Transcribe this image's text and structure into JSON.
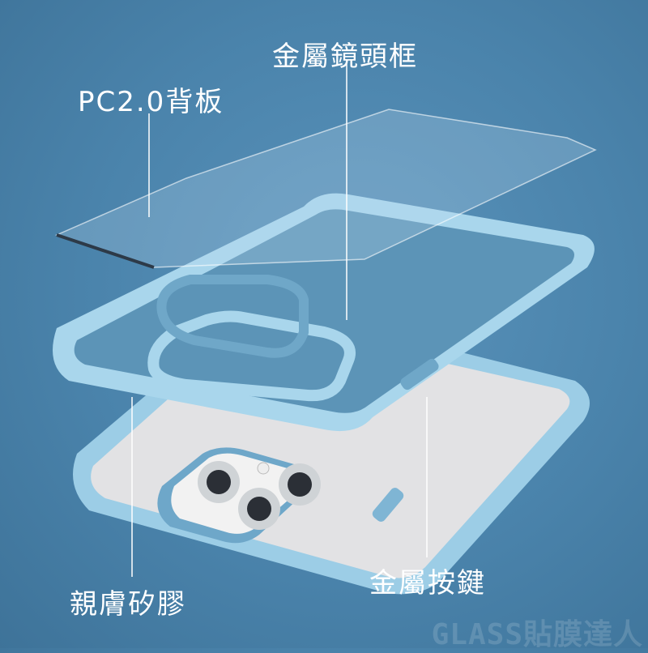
{
  "labels": {
    "back_panel": "PC2.0背板",
    "lens_frame": "金屬鏡頭框",
    "silicone": "親膚矽膠",
    "buttons": "金屬按鍵"
  },
  "watermark": "GLASS貼膜達人",
  "colors": {
    "background": "#4a83ab",
    "case": "#a9d6ec",
    "label": "#ffffff"
  }
}
